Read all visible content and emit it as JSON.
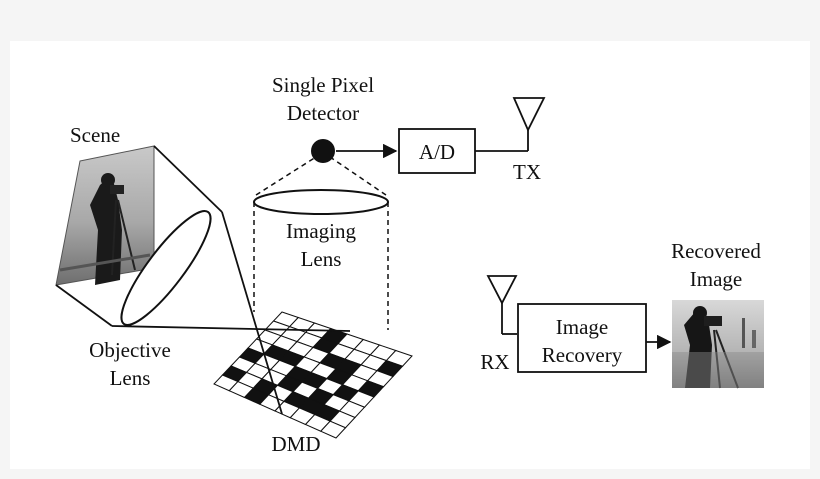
{
  "labels": {
    "scene": "Scene",
    "single_pixel_detector_line1": "Single Pixel",
    "single_pixel_detector_line2": "Detector",
    "ad": "A/D",
    "tx": "TX",
    "imaging_lens_line1": "Imaging",
    "imaging_lens_line2": "Lens",
    "objective_lens_line1": "Objective",
    "objective_lens_line2": "Lens",
    "dmd": "DMD",
    "rx": "RX",
    "image_recovery_line1": "Image",
    "image_recovery_line2": "Recovery",
    "recovered_image_line1": "Recovered",
    "recovered_image_line2": "Image"
  },
  "dmd_pattern": [
    [
      0,
      0,
      0,
      1,
      0,
      0,
      0,
      0
    ],
    [
      0,
      0,
      0,
      1,
      0,
      0,
      0,
      1
    ],
    [
      0,
      0,
      0,
      0,
      1,
      1,
      0,
      0
    ],
    [
      0,
      1,
      1,
      0,
      0,
      1,
      0,
      1
    ],
    [
      1,
      0,
      0,
      1,
      1,
      0,
      1,
      0
    ],
    [
      0,
      0,
      0,
      1,
      0,
      1,
      0,
      0
    ],
    [
      1,
      0,
      1,
      0,
      1,
      1,
      1,
      0
    ],
    [
      0,
      0,
      1,
      0,
      0,
      0,
      0,
      0
    ]
  ],
  "colors": {
    "line": "#111111",
    "background": "#f5f5f5",
    "panel": "#ffffff"
  }
}
